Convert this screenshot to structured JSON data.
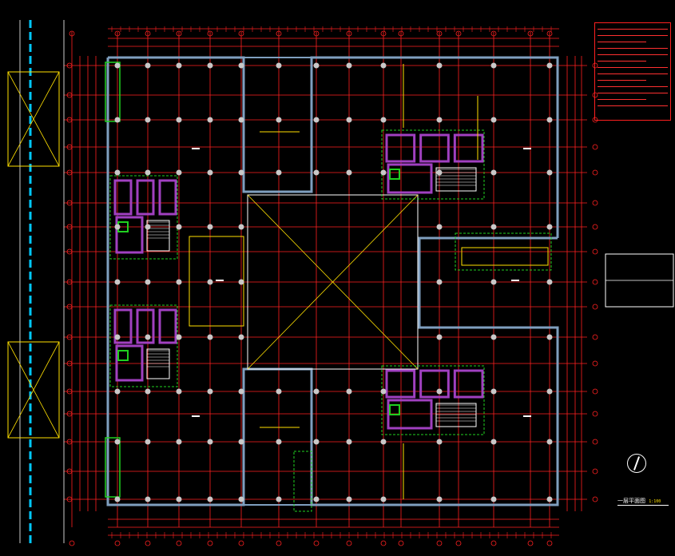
{
  "drawing": {
    "title": "一层平面图",
    "scale": "1:100",
    "subtitle_lines": [
      "",
      ""
    ]
  },
  "notes": {
    "line_count": 13
  },
  "colors": {
    "background": "#000000",
    "axis": "#ff2020",
    "wall": "#7f9fbf",
    "core": "#a040c0",
    "green": "#20d020",
    "yellow": "#ffe000",
    "white": "#ffffff",
    "cyan": "#00c8ff"
  },
  "icons": [
    "north-arrow-icon",
    "column-icon",
    "stair-icon",
    "toilet-icon"
  ]
}
